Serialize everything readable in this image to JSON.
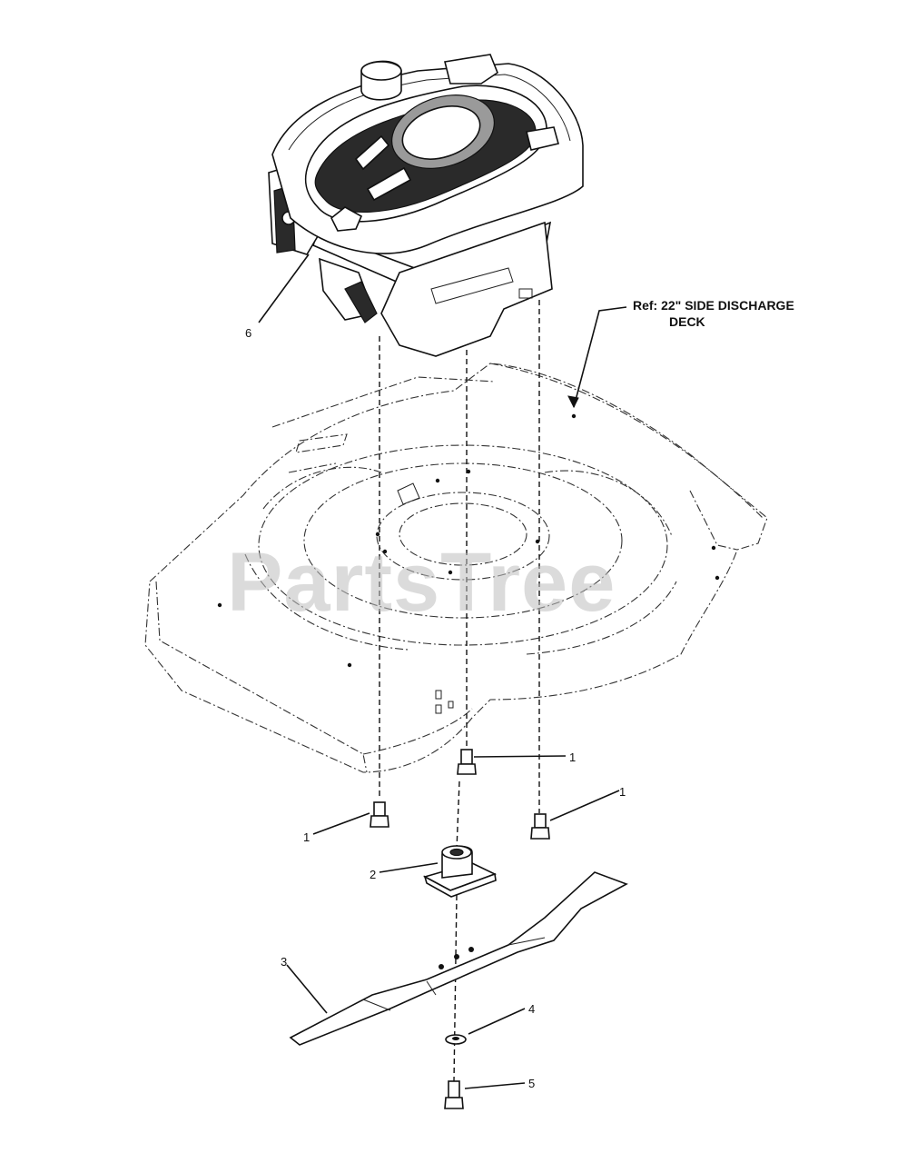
{
  "reference_label": {
    "line1": "Ref: 22\" SIDE DISCHARGE",
    "line2": "DECK"
  },
  "watermark": "PartsTree",
  "callouts": {
    "engine": "6",
    "bolt_top_center": "1",
    "bolt_right": "1",
    "bolt_left": "1",
    "blade_adapter": "2",
    "blade": "3",
    "washer": "4",
    "blade_bolt": "5"
  }
}
